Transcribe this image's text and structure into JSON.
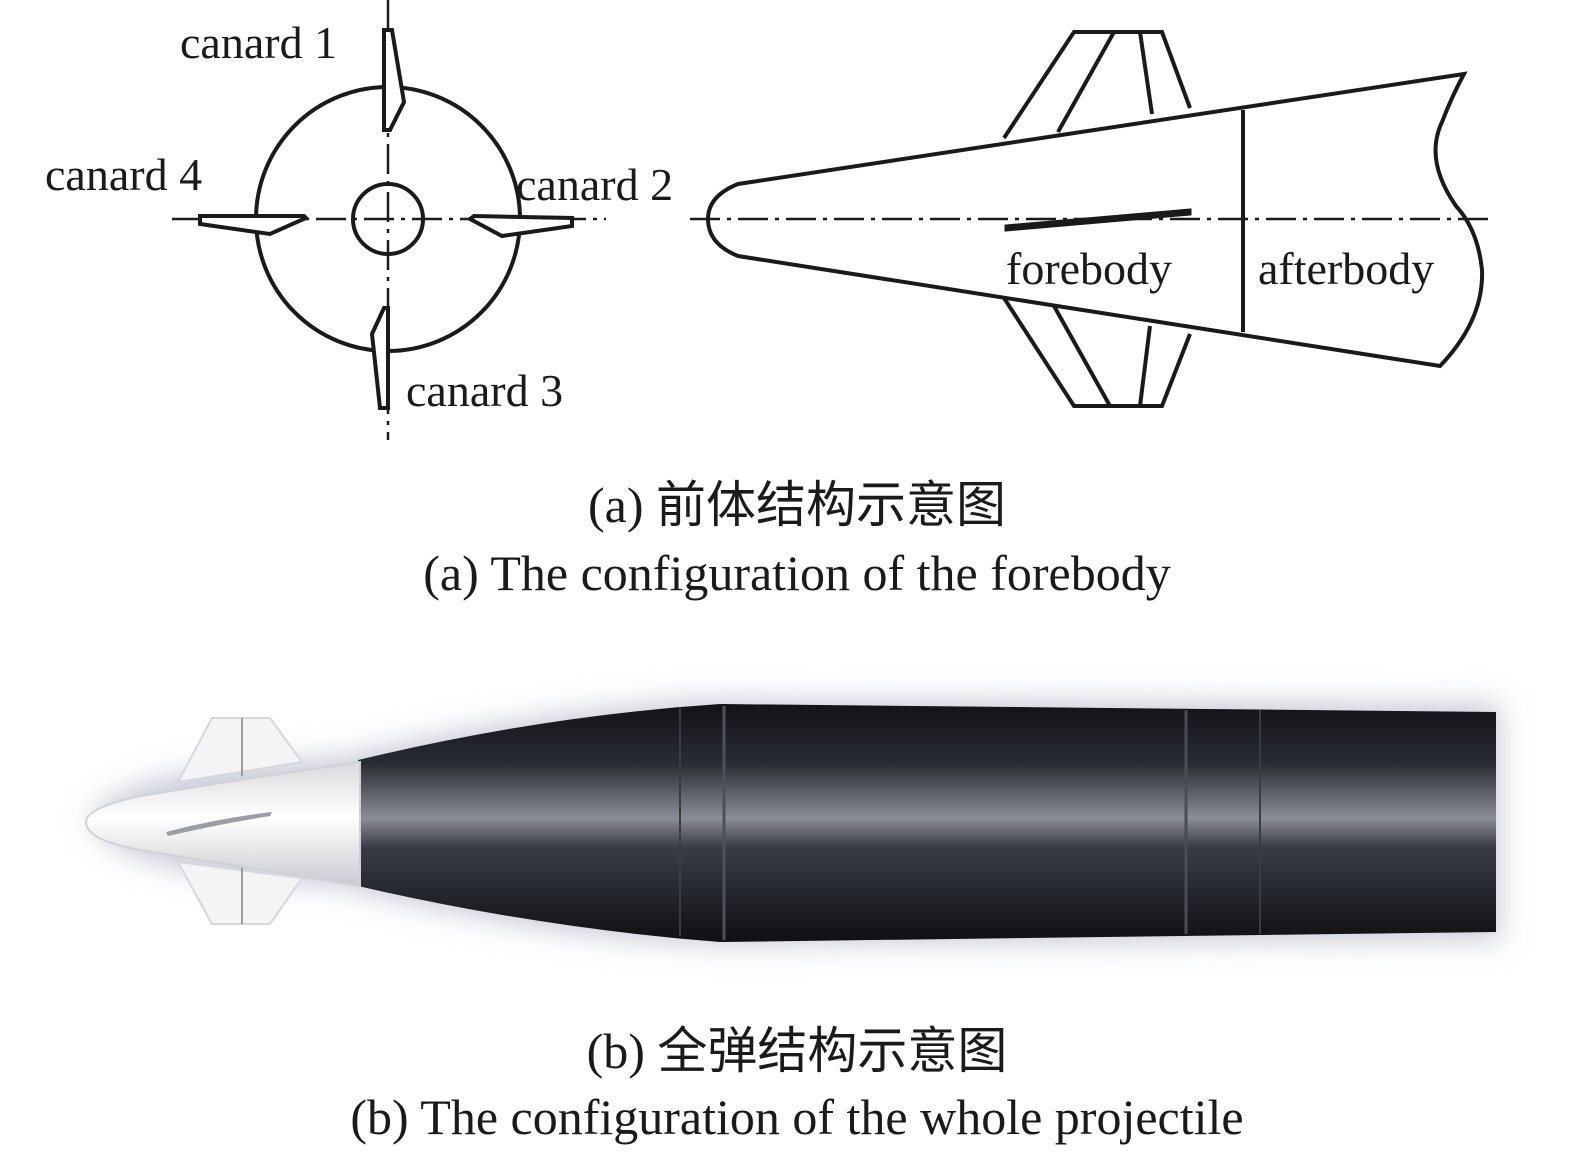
{
  "panel_a": {
    "front_view": {
      "canard_1": "canard 1",
      "canard_2": "canard 2",
      "canard_3": "canard 3",
      "canard_4": "canard 4"
    },
    "side_view": {
      "forebody": "forebody",
      "afterbody": "afterbody"
    },
    "caption_cn": "(a) 前体结构示意图",
    "caption_en": "(a) The configuration of the forebody"
  },
  "panel_b": {
    "caption_cn": "(b) 全弹结构示意图",
    "caption_en": "(b) The configuration of the whole projectile"
  },
  "colors": {
    "line": "#1a1a1a",
    "body_dark": "#23252c",
    "nose_light": "#f2f2f4",
    "halo": "#dfe1ea"
  }
}
